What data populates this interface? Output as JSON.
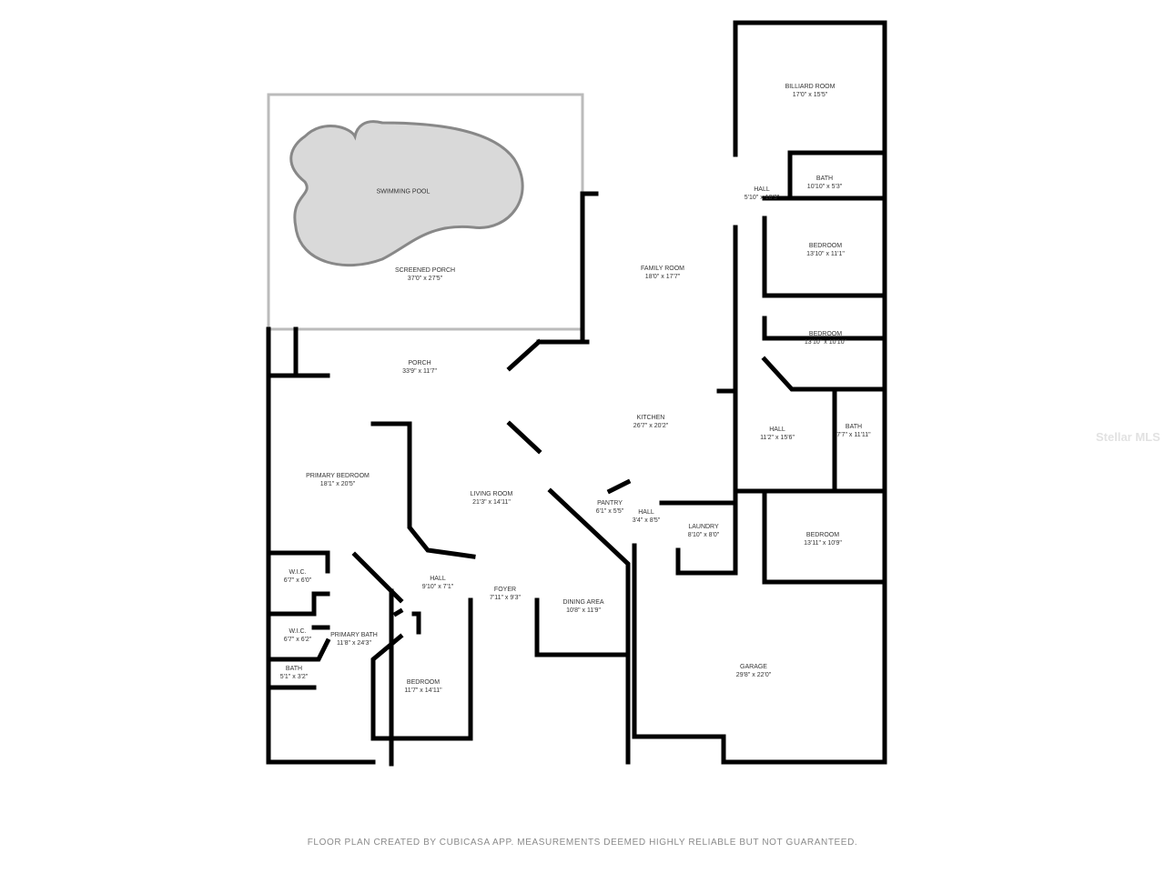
{
  "rooms": [
    {
      "name": "BILLIARD ROOM",
      "dims": "17'0\" x 15'5\""
    },
    {
      "name": "HALL",
      "dims": "5'10\" x 10'3\""
    },
    {
      "name": "BATH",
      "dims": "10'10\" x 5'3\""
    },
    {
      "name": "SWIMMING POOL",
      "dims": ""
    },
    {
      "name": "SCREENED PORCH",
      "dims": "37'0\" x 27'5\""
    },
    {
      "name": "FAMILY ROOM",
      "dims": "18'0\" x 17'7\""
    },
    {
      "name": "BEDROOM",
      "dims": "13'10\" x 11'1\""
    },
    {
      "name": "BEDROOM",
      "dims": "13'10\" x 10'10\""
    },
    {
      "name": "PORCH",
      "dims": "33'9\" x 11'7\""
    },
    {
      "name": "KITCHEN",
      "dims": "26'7\" x 20'2\""
    },
    {
      "name": "HALL",
      "dims": "11'2\" x 15'6\""
    },
    {
      "name": "BATH",
      "dims": "7'7\" x 11'11\""
    },
    {
      "name": "PRIMARY BEDROOM",
      "dims": "18'1\" x 20'5\""
    },
    {
      "name": "LIVING ROOM",
      "dims": "21'3\" x 14'11\""
    },
    {
      "name": "PANTRY",
      "dims": "6'1\" x 5'5\""
    },
    {
      "name": "HALL",
      "dims": "3'4\" x 8'5\""
    },
    {
      "name": "LAUNDRY",
      "dims": "8'10\" x 8'0\""
    },
    {
      "name": "BEDROOM",
      "dims": "13'11\" x 10'9\""
    },
    {
      "name": "W.I.C.",
      "dims": "6'7\" x 6'0\""
    },
    {
      "name": "HALL",
      "dims": "9'10\" x 7'1\""
    },
    {
      "name": "FOYER",
      "dims": "7'11\" x 9'3\""
    },
    {
      "name": "DINING AREA",
      "dims": "10'8\" x 11'9\""
    },
    {
      "name": "W.I.C.",
      "dims": "6'7\" x 6'2\""
    },
    {
      "name": "PRIMARY BATH",
      "dims": "11'8\" x 24'3\""
    },
    {
      "name": "BATH",
      "dims": "5'1\" x 3'2\""
    },
    {
      "name": "GARAGE",
      "dims": "29'8\" x 22'0\""
    },
    {
      "name": "BEDROOM",
      "dims": "11'7\" x 14'11\""
    }
  ],
  "footer": "FLOOR PLAN CREATED BY CUBICASA APP. MEASUREMENTS DEEMED HIGHLY RELIABLE BUT NOT GUARANTEED.",
  "watermark": "Stellar MLS",
  "colors": {
    "wall": "#000000",
    "pool": "#d9d9d9",
    "text": "#333333"
  }
}
